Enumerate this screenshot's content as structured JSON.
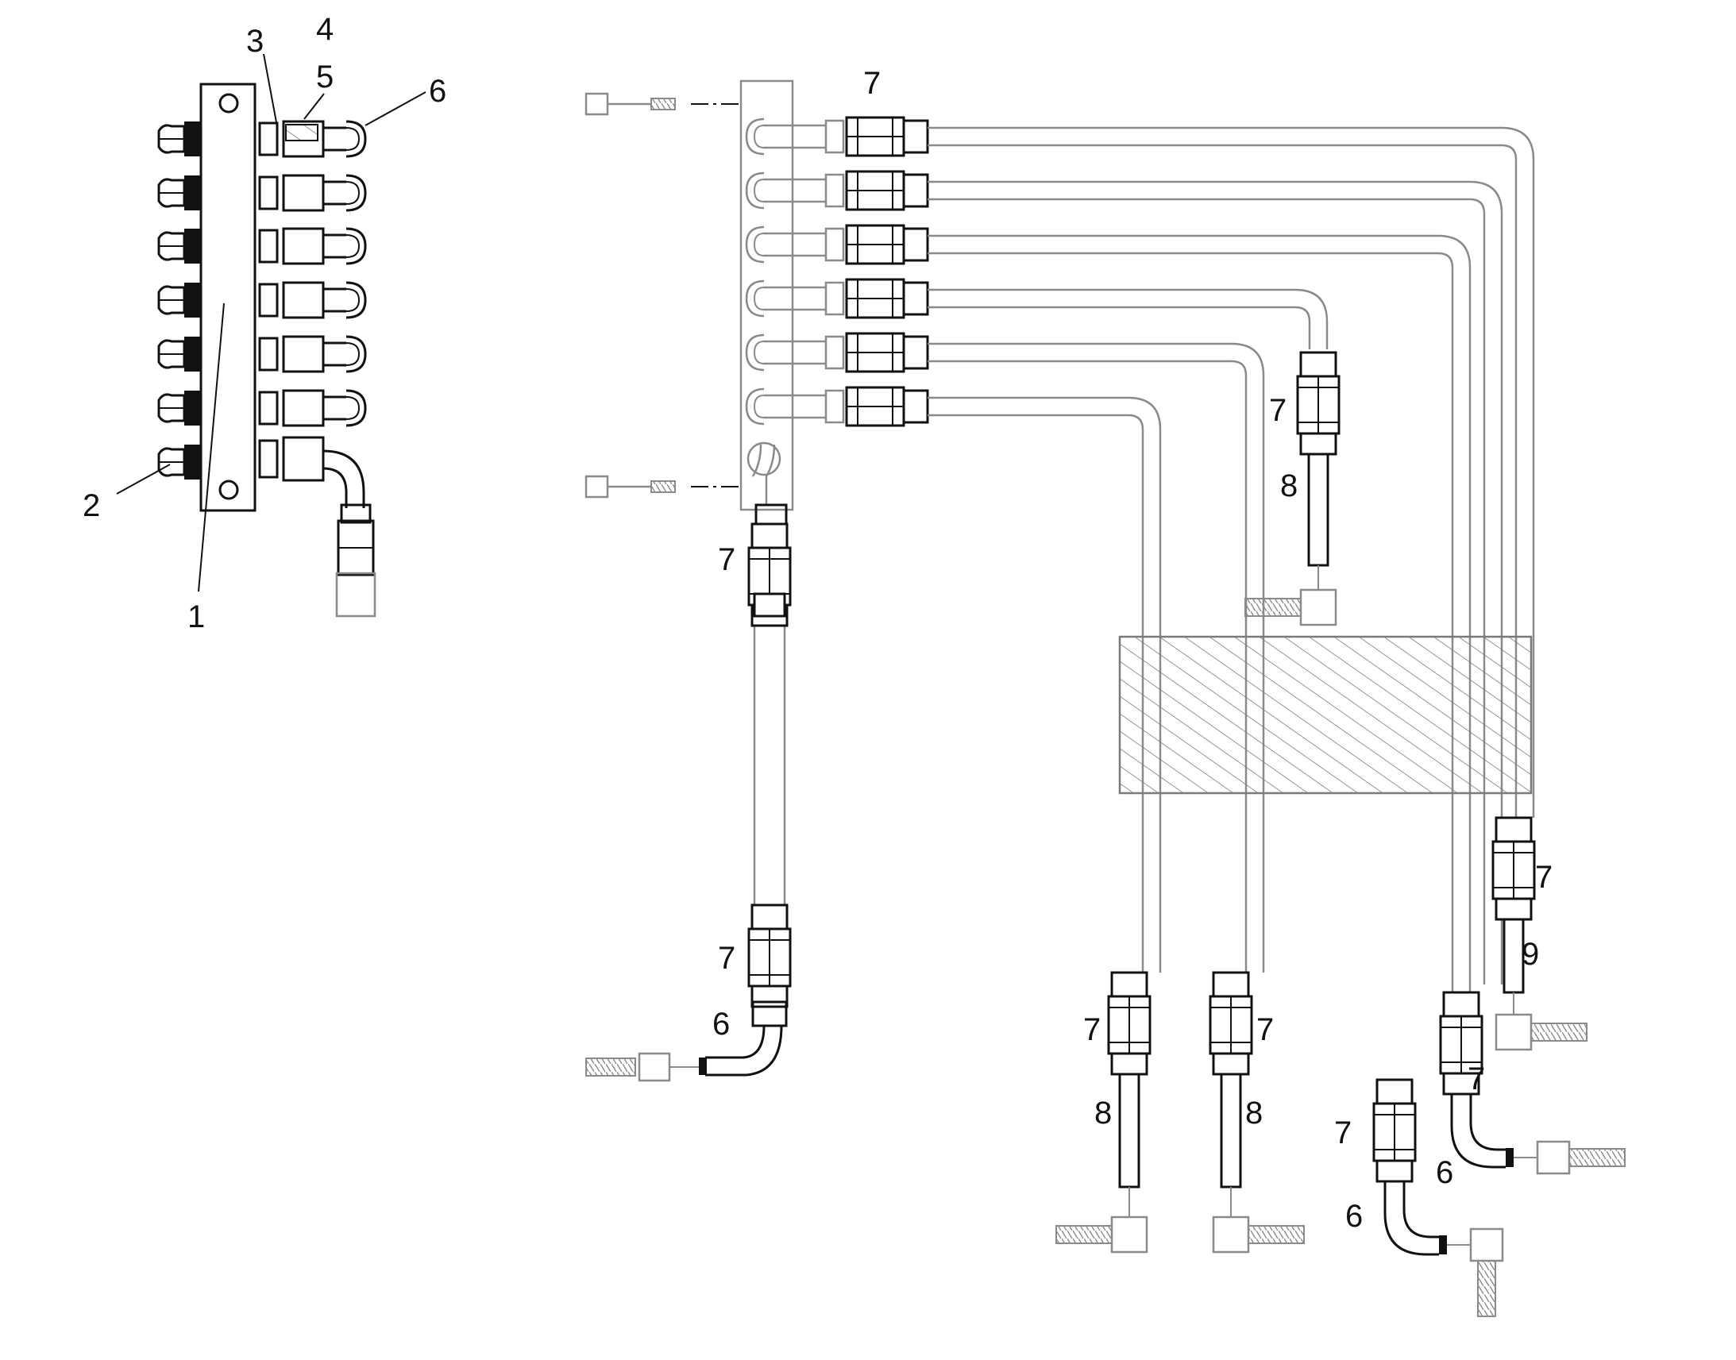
{
  "diagram": {
    "callouts": {
      "c1": "1",
      "c2": "2",
      "c3": "3",
      "c4": "4",
      "c5": "5",
      "c6": "6",
      "c7": "7",
      "c8": "8",
      "c9": "9"
    },
    "colors": {
      "ink": "#111111",
      "tube": "#8a8a8a",
      "hatch": "#7a7a7a",
      "background": "#ffffff"
    }
  }
}
